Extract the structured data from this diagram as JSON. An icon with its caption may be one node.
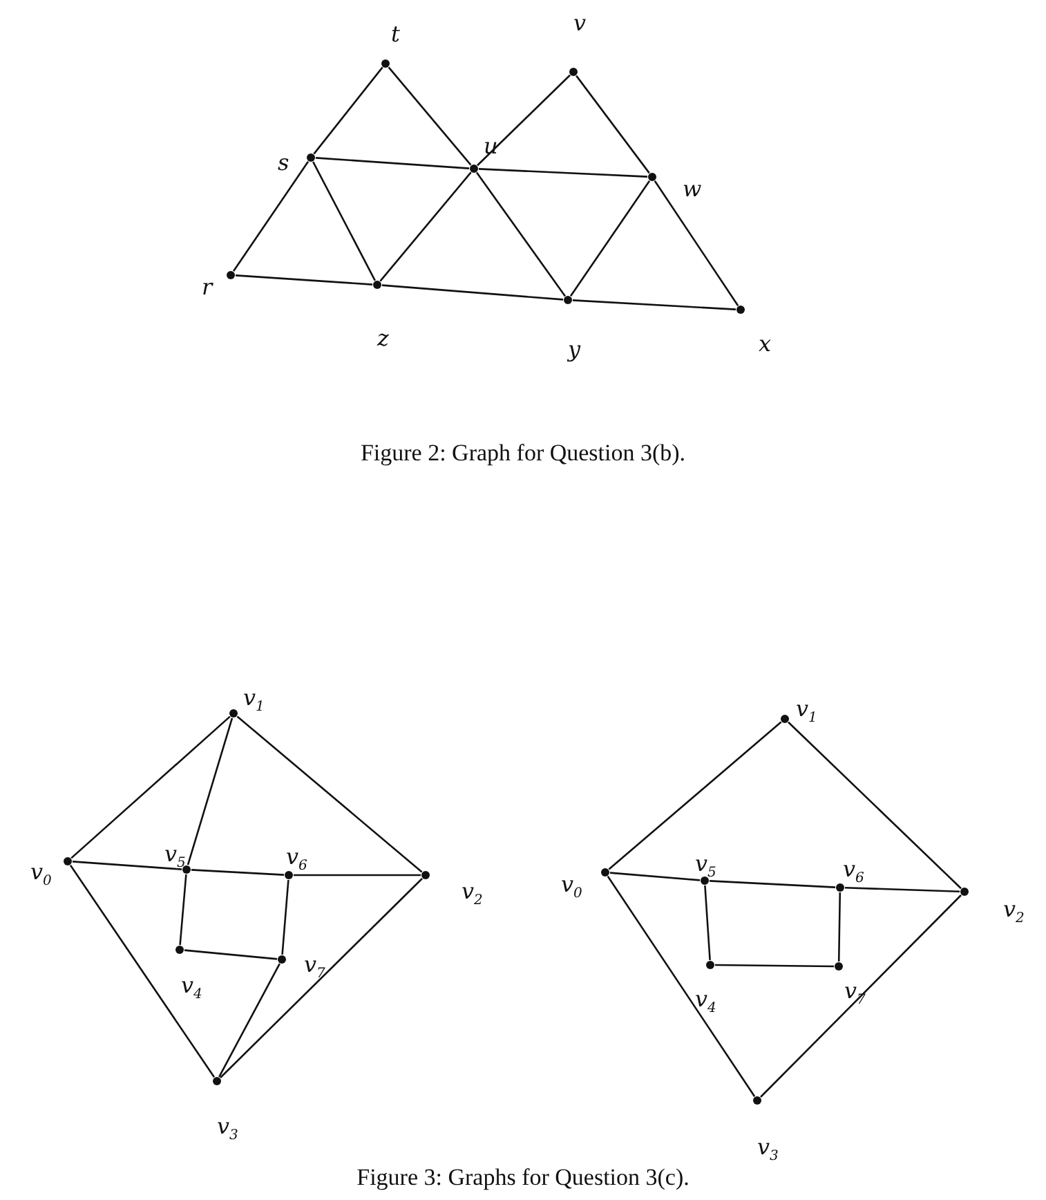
{
  "diagram": {
    "nodes": [
      {
        "text": [
          "t"
        ]
      },
      {
        "text": [
          "v"
        ]
      },
      {
        "text": [
          "s"
        ]
      },
      {
        "text": [
          "u"
        ]
      },
      {
        "text": [
          "w"
        ]
      },
      {
        "text": [
          "r"
        ]
      },
      {
        "text": [
          "z"
        ]
      },
      {
        "text": [
          "y"
        ]
      },
      {
        "text": [
          "x"
        ]
      },
      {
        "text": [
          "v$_{1}$"
        ]
      },
      {
        "text": [
          "v$_{0}$"
        ]
      },
      {
        "text": [
          "v$_{5}$"
        ]
      },
      {
        "text": [
          "v$_{6}$"
        ]
      },
      {
        "text": [
          "v$_{2}$"
        ]
      },
      {
        "text": [
          "v$_{4}$"
        ]
      },
      {
        "text": [
          "v$_{7}$"
        ]
      },
      {
        "text": [
          "v$_{3}$"
        ]
      },
      {
        "text": [
          "v$_{1}$"
        ]
      },
      {
        "text": [
          "v$_{0}$"
        ]
      },
      {
        "text": [
          "v$_{5}$"
        ]
      },
      {
        "text": [
          "v$_{6}$"
        ]
      },
      {
        "text": [
          "v$_{2}$"
        ]
      },
      {
        "text": [
          "v$_{4}$"
        ]
      },
      {
        "text": [
          "v$_{7}$"
        ]
      },
      {
        "text": [
          "v$_{3}$"
        ]
      }
    ],
    "edges": [
      {
        "from": 0,
        "to": 2,
        "arrow": "none"
      },
      {
        "from": 0,
        "to": 3,
        "arrow": "none"
      },
      {
        "from": 1,
        "to": 3,
        "arrow": "none"
      },
      {
        "from": 1,
        "to": 4,
        "arrow": "none"
      },
      {
        "from": 2,
        "to": 3,
        "arrow": "none"
      },
      {
        "from": 3,
        "to": 4,
        "arrow": "none"
      },
      {
        "from": 2,
        "to": 5,
        "arrow": "none"
      },
      {
        "from": 2,
        "to": 6,
        "arrow": "none"
      },
      {
        "from": 3,
        "to": 6,
        "arrow": "none"
      },
      {
        "from": 3,
        "to": 7,
        "arrow": "none"
      },
      {
        "from": 4,
        "to": 7,
        "arrow": "none"
      },
      {
        "from": 4,
        "to": 8,
        "arrow": "none"
      },
      {
        "from": 5,
        "to": 6,
        "arrow": "none"
      },
      {
        "from": 6,
        "to": 7,
        "arrow": "none"
      },
      {
        "from": 7,
        "to": 8,
        "arrow": "none"
      },
      {
        "from": 9,
        "to": 10,
        "arrow": "none"
      },
      {
        "from": 9,
        "to": 13,
        "arrow": "none"
      },
      {
        "from": 9,
        "to": 11,
        "arrow": "none"
      },
      {
        "from": 10,
        "to": 11,
        "arrow": "none"
      },
      {
        "from": 11,
        "to": 12,
        "arrow": "none"
      },
      {
        "from": 12,
        "to": 13,
        "arrow": "none"
      },
      {
        "from": 11,
        "to": 14,
        "arrow": "none"
      },
      {
        "from": 14,
        "to": 15,
        "arrow": "none"
      },
      {
        "from": 12,
        "to": 15,
        "arrow": "none"
      },
      {
        "from": 15,
        "to": 16,
        "arrow": "none"
      },
      {
        "from": 10,
        "to": 16,
        "arrow": "none"
      },
      {
        "from": 16,
        "to": 13,
        "arrow": "none"
      },
      {
        "from": 17,
        "to": 18,
        "arrow": "none"
      },
      {
        "from": 17,
        "to": 21,
        "arrow": "none"
      },
      {
        "from": 18,
        "to": 19,
        "arrow": "none"
      },
      {
        "from": 19,
        "to": 20,
        "arrow": "none"
      },
      {
        "from": 20,
        "to": 21,
        "arrow": "none"
      },
      {
        "from": 19,
        "to": 22,
        "arrow": "none"
      },
      {
        "from": 22,
        "to": 23,
        "arrow": "none"
      },
      {
        "from": 20,
        "to": 23,
        "arrow": "none"
      },
      {
        "from": 18,
        "to": 24,
        "arrow": "none"
      },
      {
        "from": 24,
        "to": 21,
        "arrow": "none"
      }
    ],
    "labels": [
      "Figure 2: Graph for Question 3(b).",
      "Figure 3: Graphs for Question 3(c)."
    ]
  }
}
